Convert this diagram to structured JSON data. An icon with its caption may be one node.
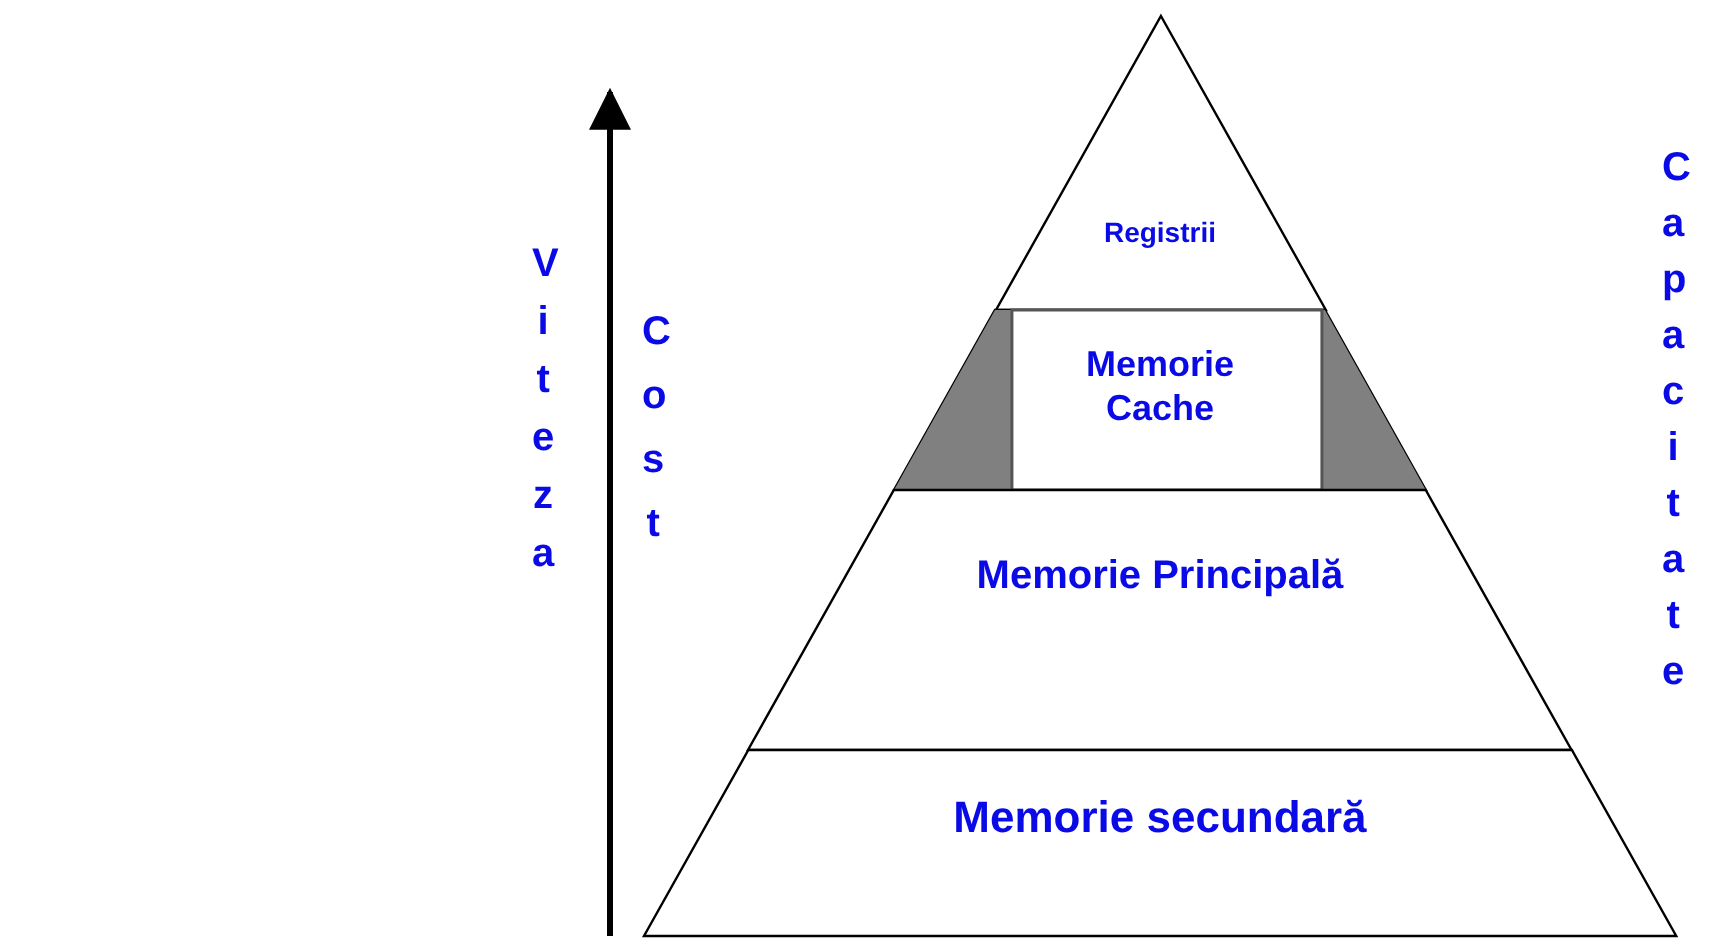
{
  "diagram": {
    "nodes": [
      {
        "text": [
          "Registrii"
        ]
      },
      {
        "text": [
          "Memorie Cache"
        ]
      },
      {
        "text": [
          "Memorie Principală"
        ]
      },
      {
        "text": [
          "Memorie secundară"
        ]
      }
    ],
    "labels": [
      "Viteza",
      "Cost",
      "Capacitate"
    ]
  }
}
